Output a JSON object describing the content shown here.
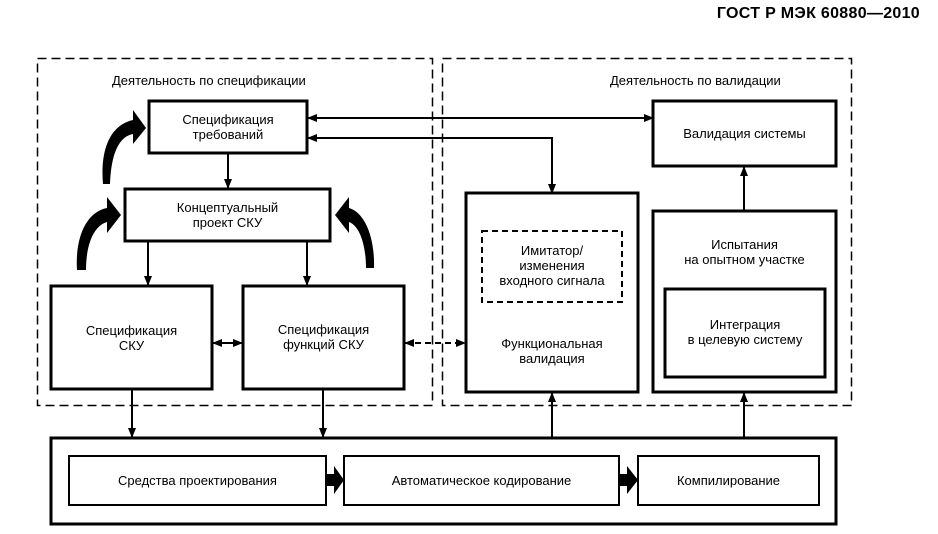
{
  "document": {
    "standard_id": "ГОСТ Р МЭК 60880—2010"
  },
  "regions": {
    "specification": {
      "label": "Деятельность по спецификации"
    },
    "validation": {
      "label": "Деятельность по валидации"
    }
  },
  "blocks": {
    "requirements_spec": {
      "label": "Спецификация\nтребований"
    },
    "conceptual_design": {
      "label": "Концептуальный\nпроект СКУ"
    },
    "icu_spec": {
      "label": "Спецификация\nСКУ"
    },
    "icu_function_spec": {
      "label": "Спецификация\nфункций СКУ"
    },
    "system_validation": {
      "label": "Валидация системы"
    },
    "functional_validation": {
      "label": "Функциональная\nвалидация"
    },
    "simulator": {
      "label": "Имитатор/\nизменения\nвходного сигнала"
    },
    "site_tests": {
      "label": "Испытания\nна опытном участке"
    },
    "integration": {
      "label": "Интеграция\nв целевую систему"
    }
  },
  "toolchain": {
    "steps": [
      {
        "label": "Средства проектирования"
      },
      {
        "label": "Автоматическое кодирование"
      },
      {
        "label": "Компилирование"
      }
    ]
  }
}
